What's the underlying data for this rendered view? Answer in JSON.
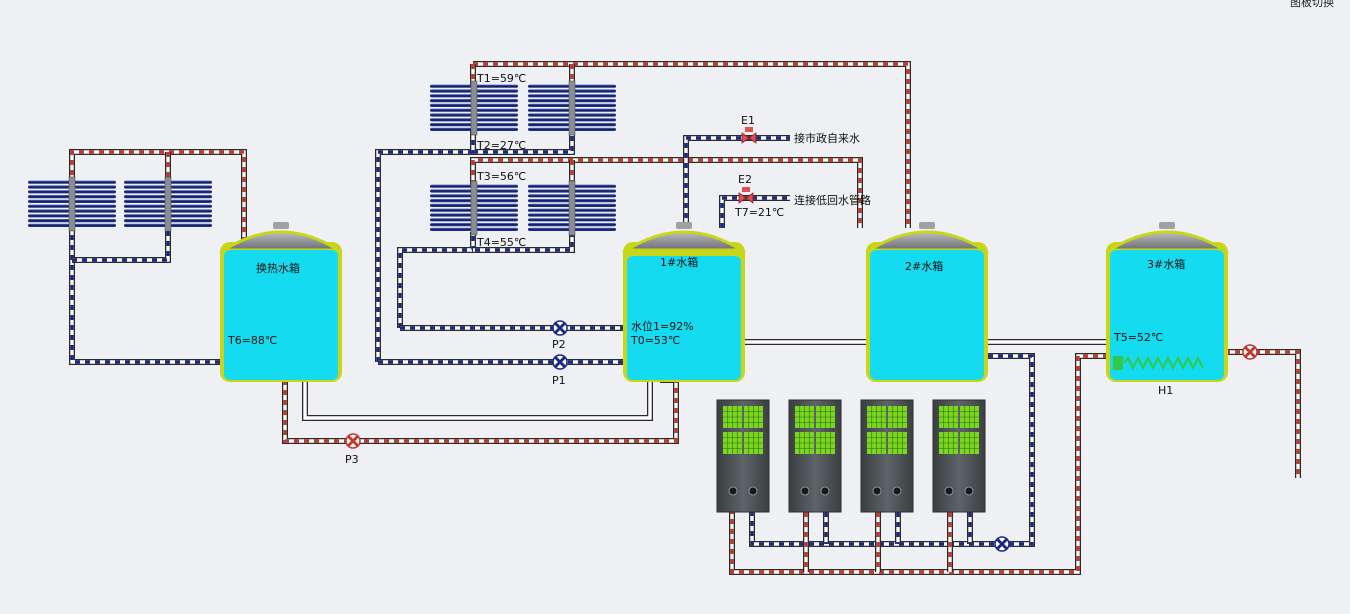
{
  "corner_label": "图板切换",
  "tanks": {
    "heat_exchange": {
      "name": "换热水箱",
      "temp": "T6=88℃"
    },
    "tank1": {
      "name": "1#水箱",
      "level": "水位1=92%",
      "temp": "T0=53℃"
    },
    "tank2": {
      "name": "2#水箱"
    },
    "tank3": {
      "name": "3#水箱",
      "temp": "T5=52℃",
      "heater": "H1"
    }
  },
  "sensors": {
    "t1": "T1=59℃",
    "t2": "T2=27℃",
    "t3": "T3=56℃",
    "t4": "T4=55℃",
    "t7": "T7=21℃"
  },
  "pumps": {
    "p1": "P1",
    "p2": "P2",
    "p3": "P3"
  },
  "valves": {
    "e1": {
      "id": "E1",
      "desc": "接市政自来水"
    },
    "e2": {
      "id": "E2",
      "desc": "连接低回水管路"
    }
  },
  "colors": {
    "hot_pipe": "#c0392b",
    "cold_pipe": "#1a2a80",
    "water": "#14dbf0",
    "tank_border": "#c8d619",
    "heat_pump_body": "#4a4f52",
    "fan": "#7bd620"
  }
}
